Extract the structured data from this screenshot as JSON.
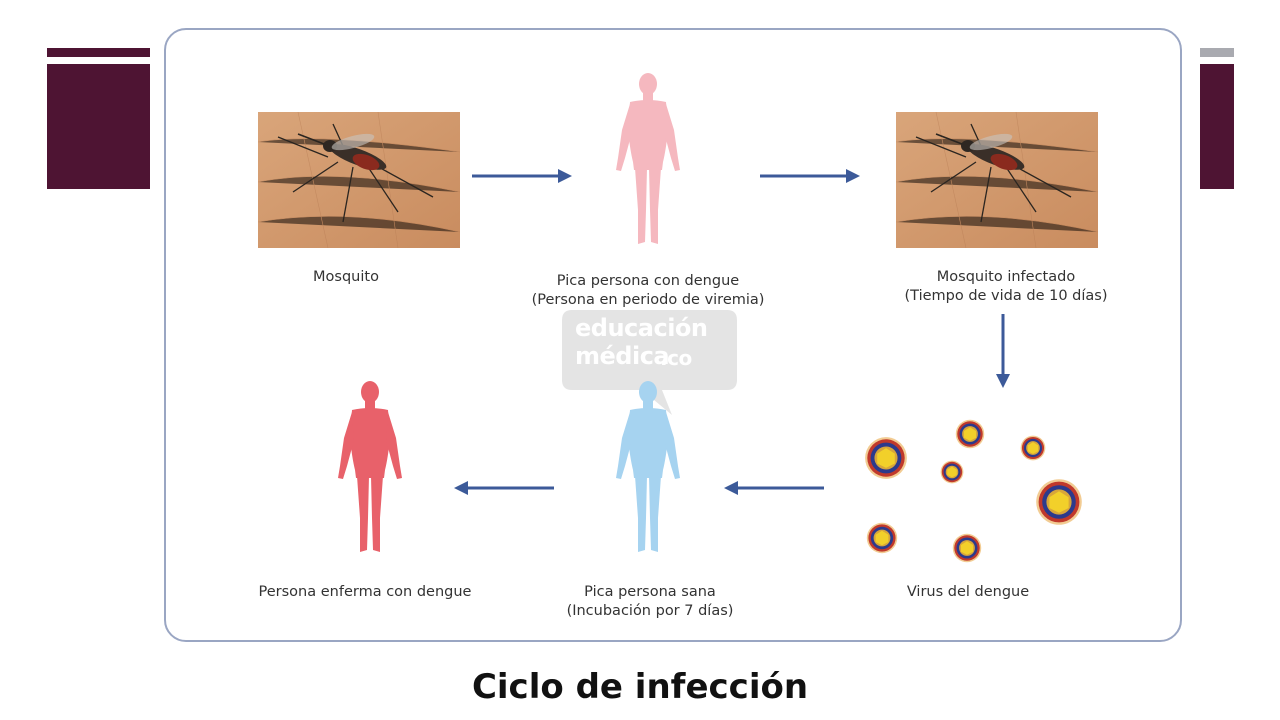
{
  "diagram": {
    "nodes": {
      "mosquito": {
        "line1": "Mosquito"
      },
      "bites_sick": {
        "line1": "Pica persona con dengue",
        "line2": "(Persona en periodo de viremia)"
      },
      "infected_mosquito": {
        "line1": "Mosquito infectado",
        "line2": "(Tiempo de vida  de 10 días)"
      },
      "virus": {
        "line1": "Virus del dengue"
      },
      "bites_healthy": {
        "line1": "Pica persona sana",
        "line2": "(Incubación por 7 días)"
      },
      "sick_person": {
        "line1": "Persona enferma con dengue"
      }
    },
    "watermark": {
      "line1": "educación",
      "line2": "médica",
      "suffix": ".co"
    }
  },
  "caption": "Ciclo de infección",
  "colors": {
    "accent": "#4e1433",
    "arrow": "#3c5a99",
    "frame": "#9aa6c3",
    "person_sick": "#e8616a",
    "person_pink": "#f5b8bf",
    "person_healthy": "#a6d3f0",
    "virus_outer": "#c0392b",
    "virus_ring": "#2c3a8c",
    "virus_core": "#f2d02a"
  }
}
